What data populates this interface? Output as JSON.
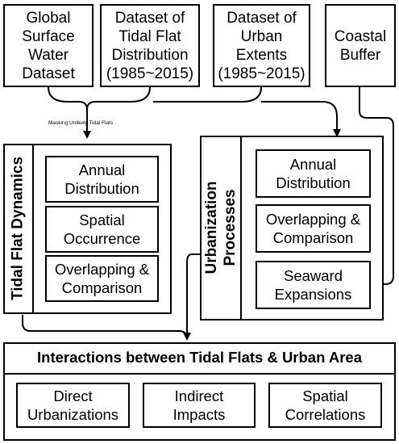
{
  "sources": [
    {
      "id": "global-surface-water",
      "label": "Global\nSurface\nWater\nDataset"
    },
    {
      "id": "tidal-flat-distribution",
      "label": "Dataset of\nTidal Flat\nDistribution\n(1985~2015)"
    },
    {
      "id": "urban-extents",
      "label": "Dataset of\nUrban\nExtents\n(1985~2015)"
    },
    {
      "id": "coastal-buffer",
      "label": "Coastal\nBuffer"
    }
  ],
  "masking_label": "Masking Unlikely Tidal Flats",
  "tidal_flat_dynamics": {
    "title": "Tidal Flat Dynamics",
    "items": [
      "Annual\nDistribution",
      "Spatial\nOccurrence",
      "Overlapping &\nComparison"
    ]
  },
  "urbanization_processes": {
    "title": "Urbanization\nProcesses",
    "items": [
      "Annual\nDistribution",
      "Overlapping &\nComparison",
      "Seaward\nExpansions"
    ]
  },
  "interactions": {
    "title": "Interactions between Tidal Flats & Urban Area",
    "items": [
      "Direct\nUrbanizations",
      "Indirect\nImpacts",
      "Spatial\nCorrelations"
    ]
  }
}
